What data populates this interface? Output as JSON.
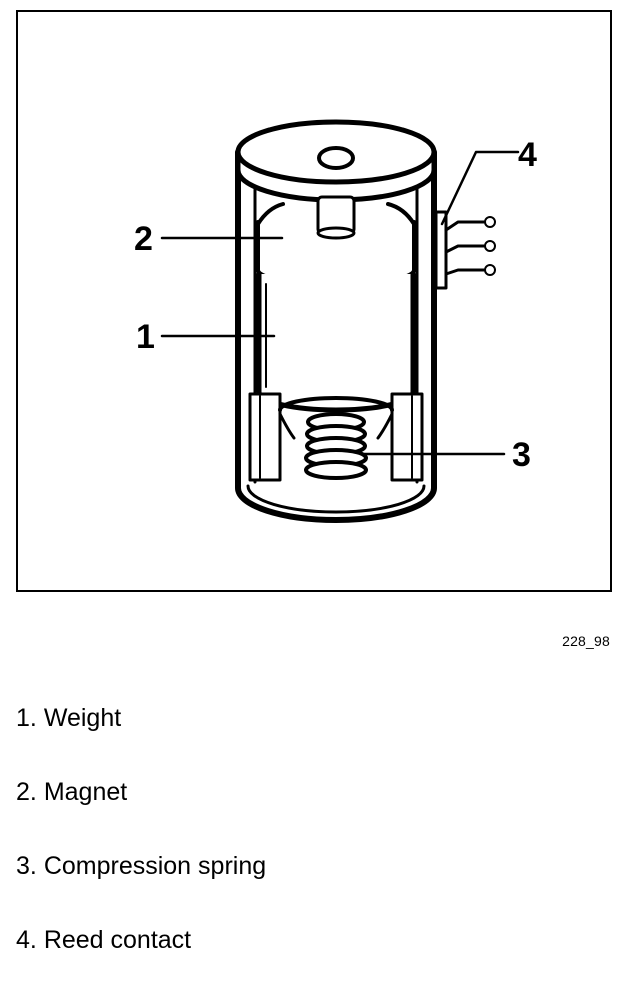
{
  "figure": {
    "code": "228_98",
    "callouts": [
      {
        "id": 1,
        "label": "1"
      },
      {
        "id": 2,
        "label": "2"
      },
      {
        "id": 3,
        "label": "3"
      },
      {
        "id": 4,
        "label": "4"
      }
    ]
  },
  "legend": [
    {
      "num": "1.",
      "text": "Weight"
    },
    {
      "num": "2.",
      "text": "Magnet"
    },
    {
      "num": "3.",
      "text": "Compression spring"
    },
    {
      "num": "4.",
      "text": "Reed contact"
    }
  ]
}
